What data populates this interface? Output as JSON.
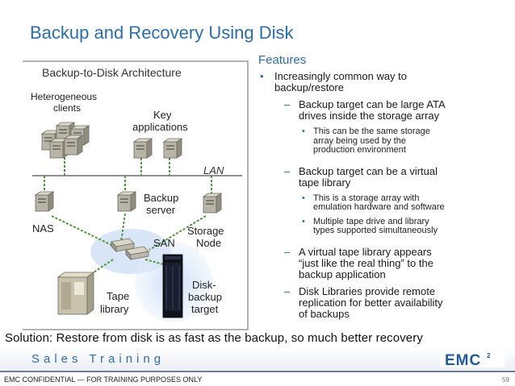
{
  "slide": {
    "title": "Backup and Recovery Using Disk",
    "page_number": "59"
  },
  "diagram": {
    "heading": "Backup-to-Disk Architecture",
    "labels": {
      "heterogeneous": "Heterogeneous",
      "clients": "clients",
      "key": "Key",
      "applications": "applications",
      "lan": "LAN",
      "nas": "NAS",
      "backup": "Backup",
      "server": "server",
      "storage": "Storage",
      "node": "Node",
      "san": "SAN",
      "tape": "Tape",
      "library": "library",
      "disk": "Disk-",
      "backup2": "backup",
      "target": "target"
    }
  },
  "features": {
    "heading": "Features",
    "bullets": [
      {
        "lines": [
          "Increasingly common way to",
          "backup/restore"
        ]
      },
      {
        "lines": [
          "Backup target can be large ATA",
          "drives inside the storage array"
        ]
      },
      {
        "lines": [
          "This can be the same storage",
          "array being used by the",
          "production environment"
        ]
      },
      {
        "lines": [
          "Backup target can be a virtual",
          "tape library"
        ]
      },
      {
        "lines": [
          "This is a storage array with",
          "emulation hardware and software"
        ]
      },
      {
        "lines": [
          "Multiple tape drive and library",
          "types supported simultaneously"
        ]
      },
      {
        "lines": [
          "A virtual tape library appears",
          "“just like the real thing” to the",
          "backup application"
        ]
      },
      {
        "lines": [
          "Disk Libraries provide remote",
          "replication for better availability",
          "of backups"
        ]
      }
    ],
    "markers": {
      "dot": "•",
      "dash": "–"
    }
  },
  "solution": "Solution: Restore from disk is as fast as the backup, so much better recovery",
  "footer": {
    "training": "Sales Training",
    "logo": "EMC",
    "logo_sup": "2",
    "confidential": "EMC CONFIDENTIAL — FOR TRAINING PURPOSES ONLY"
  },
  "colors": {
    "accent": "#2a6db5",
    "link_green": "#4c9a3a",
    "frame": "#9a9a9a"
  }
}
